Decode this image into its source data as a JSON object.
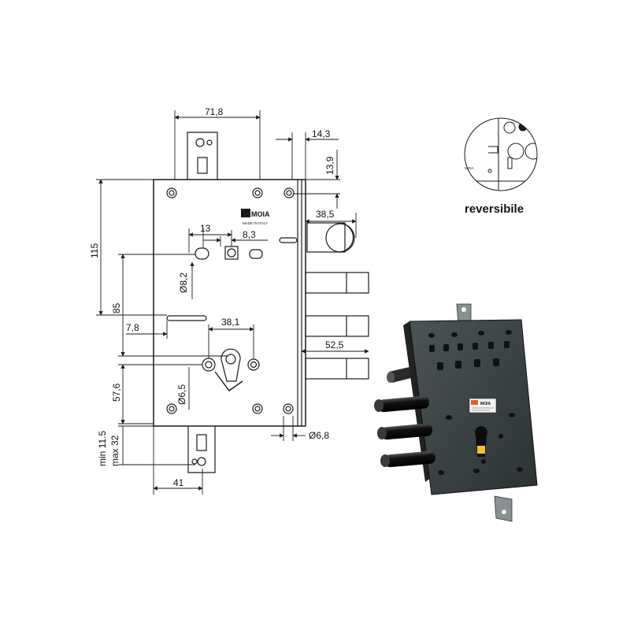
{
  "dimensions": {
    "d71_8": "71,8",
    "d14_3": "14,3",
    "d13_9": "13,9",
    "d38_5": "38,5",
    "d115": "115",
    "d13": "13",
    "d8_3": "8,3",
    "d8_2": "Ø8,2",
    "d85": "85",
    "d7_8": "7,8",
    "d38_1": "38,1",
    "d52_5": "52,5",
    "d57_6": "57,6",
    "d6_5": "Ø6,5",
    "d6_8": "Ø6,8",
    "d41": "41",
    "min_label": "min 11.5",
    "max_label": "max 32"
  },
  "brand": {
    "logo_text": "MOIA",
    "made_in": "MADE IN ITALY"
  },
  "labels": {
    "reversibile": "reversibile"
  },
  "colors": {
    "line": "#1a1a1a",
    "lock_body": "#3d4446",
    "bolt": "#1b1b1b",
    "label_orange": "#e0602a"
  }
}
